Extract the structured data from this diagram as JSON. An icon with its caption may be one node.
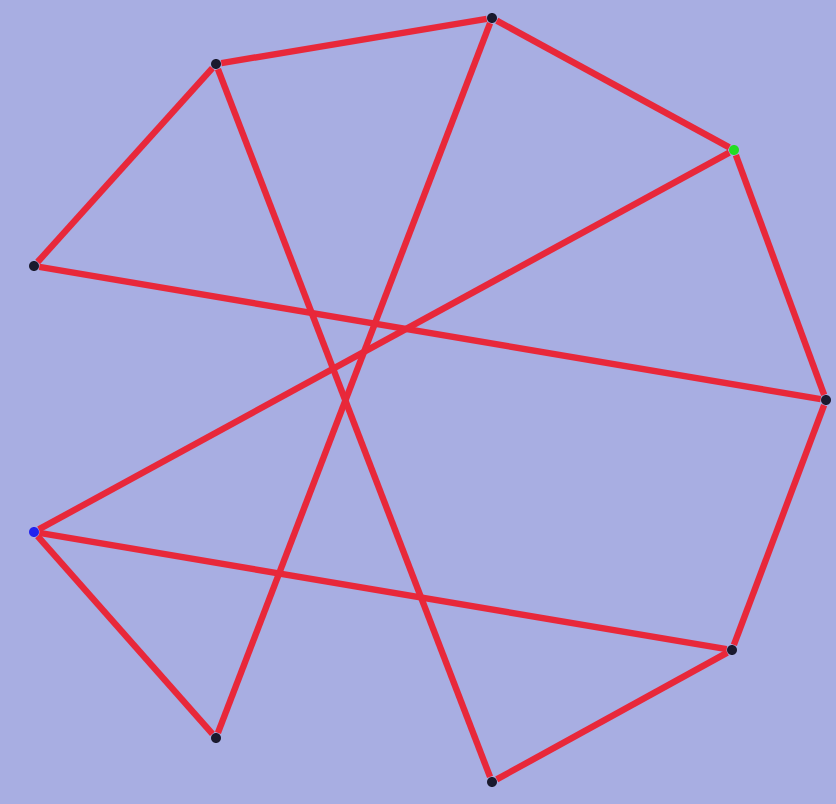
{
  "diagram": {
    "nodes": [
      {
        "text": [],
        "shape": "circle"
      },
      {
        "text": [],
        "shape": "circle"
      },
      {
        "text": [],
        "shape": "circle"
      },
      {
        "text": [],
        "shape": "circle"
      },
      {
        "text": [],
        "shape": "circle"
      },
      {
        "text": [],
        "shape": "circle"
      },
      {
        "text": [],
        "shape": "circle"
      },
      {
        "text": [],
        "shape": "circle"
      },
      {
        "text": [],
        "shape": "circle"
      }
    ],
    "edges": [
      {
        "from": 0,
        "to": 1,
        "arrow": "none"
      },
      {
        "from": 1,
        "to": 2,
        "arrow": "none"
      },
      {
        "from": 2,
        "to": 4,
        "arrow": "none"
      },
      {
        "from": 4,
        "to": 6,
        "arrow": "none"
      },
      {
        "from": 6,
        "to": 8,
        "arrow": "none"
      },
      {
        "from": 0,
        "to": 3,
        "arrow": "none"
      },
      {
        "from": 3,
        "to": 4,
        "arrow": "none"
      },
      {
        "from": 5,
        "to": 2,
        "arrow": "none"
      },
      {
        "from": 5,
        "to": 6,
        "arrow": "none"
      },
      {
        "from": 5,
        "to": 7,
        "arrow": "none"
      },
      {
        "from": 7,
        "to": 1,
        "arrow": "none"
      },
      {
        "from": 0,
        "to": 8,
        "arrow": "none"
      }
    ]
  }
}
